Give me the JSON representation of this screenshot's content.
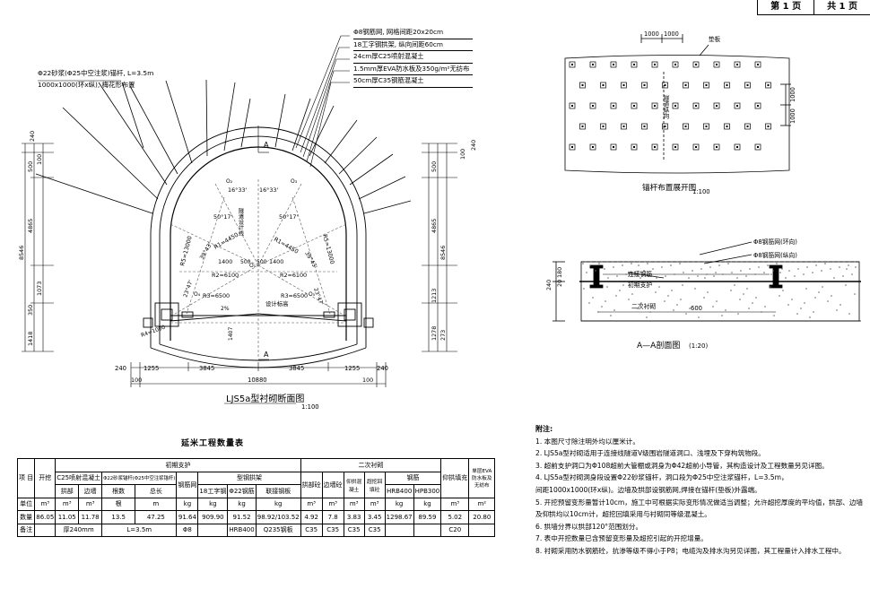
{
  "header": {
    "page_no": "第 1 页",
    "page_total": "共 1 页"
  },
  "section": {
    "title": "LJS5a型衬砌断面图",
    "scale": "1:100",
    "left_note_1": "Φ22砂浆(Φ25中空注浆)锚杆, L=3.5m",
    "left_note_2": "1000x1000(环x纵), 梅花形布置",
    "layers": [
      "Φ8钢筋网, 网格间距20x20cm",
      "18工字钢拱架, 纵向间距60cm",
      "24cm厚C25喷射混凝土",
      "1.5mm厚EVA防水板及350g/m²无纺布",
      "50cm厚C35钢筋混凝土"
    ],
    "section_mark": "A",
    "dims_bottom": [
      "240",
      "1255",
      "3845",
      "3845",
      "1255",
      "240"
    ],
    "dims_total": "10880",
    "dims_100": "100",
    "dims_left": [
      "240",
      "500",
      "100",
      "4865",
      "8546",
      "1073",
      "350",
      "1418"
    ],
    "dims_right": [
      "240",
      "500",
      "100",
      "4865",
      "8546",
      "1213",
      "1278",
      "273"
    ],
    "labels": {
      "r1": "R1=4450",
      "r1b": "R1=4450",
      "r2": "R2=6100",
      "r2b": "R2=6100",
      "r3": "R3=6500",
      "r3b": "R3=6500",
      "r4": "R4=1000",
      "r5": "R5=13000",
      "r5b": "R5=13000",
      "a1": "16°33'",
      "a2": "16°33'",
      "a3": "50°17'",
      "a4": "50°17'",
      "a5": "39°43'",
      "a6": "39°43'",
      "a7": "23°47'",
      "a8": "23°47'",
      "d1400a": "1400",
      "d1400b": "1400",
      "d500a": "500",
      "d500b": "500",
      "axis": "隧道设计线",
      "design": "设计标高",
      "pct": "2%",
      "v1407": "1407",
      "o1": "O₁",
      "o2": "O₂",
      "o3": "O₃",
      "o4": "O₄",
      "o5": "O₅"
    }
  },
  "plan": {
    "title": "锚杆布置展开图",
    "scale": "1:100",
    "dim_top_1": "1000",
    "dim_top_2": "1000",
    "dim_side_1": "1000",
    "dim_side_2": "1000",
    "plate_label": "垫板",
    "axis_label": "隧道纵向"
  },
  "detail": {
    "title": "A—A剖面图",
    "scale": "(1:20)",
    "mesh_ring": "Φ8钢筋网(环向)",
    "mesh_long": "Φ8钢筋网(纵向)",
    "connect": "连接钢筋",
    "first": "初期支护",
    "second": "二次衬砌",
    "spacing": "600",
    "dims_left": [
      "240",
      "180",
      "20"
    ]
  },
  "quantity": {
    "title": "延米工程数量表",
    "h_item": "项 目",
    "h_excav": "开挖",
    "h_primary": "初期支护",
    "h_secondary": "二次衬砌",
    "h_backfill": "仰拱填充",
    "h_eva": "单层EVA防水板及无纺布",
    "h_c25": "C25喷射混凝土",
    "h_bolt": "Φ22砂浆锚杆(Φ25中空注浆锚杆)",
    "h_mesh": "钢筋网",
    "h_steel": "型钢拱架",
    "h_arch": "拱部砼",
    "h_wall": "边墙砼",
    "h_invert": "仰拱混凝土",
    "h_invert_r": "超挖回填砼",
    "h_rebar": "钢筋",
    "s_arch": "拱部",
    "s_wall": "边墙",
    "s_num": "根数",
    "s_len": "总长",
    "s_i18": "18工字钢",
    "s_bar": "Φ22钢筋",
    "s_link": "联接钢板",
    "s_hrb": "HRB400",
    "s_hpb": "HPB300",
    "unit_label": "单位",
    "units": [
      "m³",
      "m³",
      "m³",
      "根",
      "m",
      "kg",
      "kg",
      "kg",
      "kg",
      "m³",
      "m³",
      "m³",
      "m³",
      "kg",
      "kg",
      "m³",
      "m²"
    ],
    "qty_label": "数量",
    "values": [
      "86.05",
      "11.05",
      "11.78",
      "13.5",
      "47.25",
      "91.64",
      "909.90",
      "91.52",
      "98.92/103.52",
      "4.92",
      "7.8",
      "3.83",
      "3.45",
      "1298.67",
      "89.59",
      "5.02",
      "20.80"
    ],
    "remark_label": "备注",
    "remark_thick": "厚240mm",
    "remark_len": "L=3.5m",
    "remark_phi": "Φ8",
    "remark_hrb": "HRB400",
    "remark_q235": "Q235钢板",
    "remark_c35a": "C35",
    "remark_c35b": "C35",
    "remark_c35c": "C35",
    "remark_c35d": "C35",
    "remark_c20": "C20"
  },
  "notes": {
    "title": "附注:",
    "lines": [
      "1. 本图尺寸除注明外均以厘米计。",
      "2. LJS5a型衬砌适用于连接线隧道V级围岩隧道洞口、浅埋及下穿构筑物段。",
      "3. 超前支护洞口为Φ108超前大管棚或洞身为Φ42超前小导管，其构造设计及工程数量另见详图。",
      "4. LJS5a型衬砌洞身段设置Φ22砂浆锚杆，洞口段为Φ25中空注浆锚杆，L=3.5m，",
      "间距1000x1000(环x纵)。边墙及拱部设钢筋网,焊接在锚杆(垫板)外露端。",
      "5. 开挖预留变形量暂计10cm，施工中可根据实际变形情况做适当调整；允许超挖厚度的平均值，拱部、边墙",
      "及仰拱均以10cm计，超挖回填采用与衬砌同等级混凝土。",
      "6. 拱墙分界以拱部120°范围划分。",
      "7. 表中开挖数量已含预留变形量及超挖引起的开挖增量。",
      "8. 衬砌采用防水钢筋砼，抗渗等级不得小于P8；电缆沟及排水沟另见详图，其工程量计入排水工程中。"
    ]
  }
}
